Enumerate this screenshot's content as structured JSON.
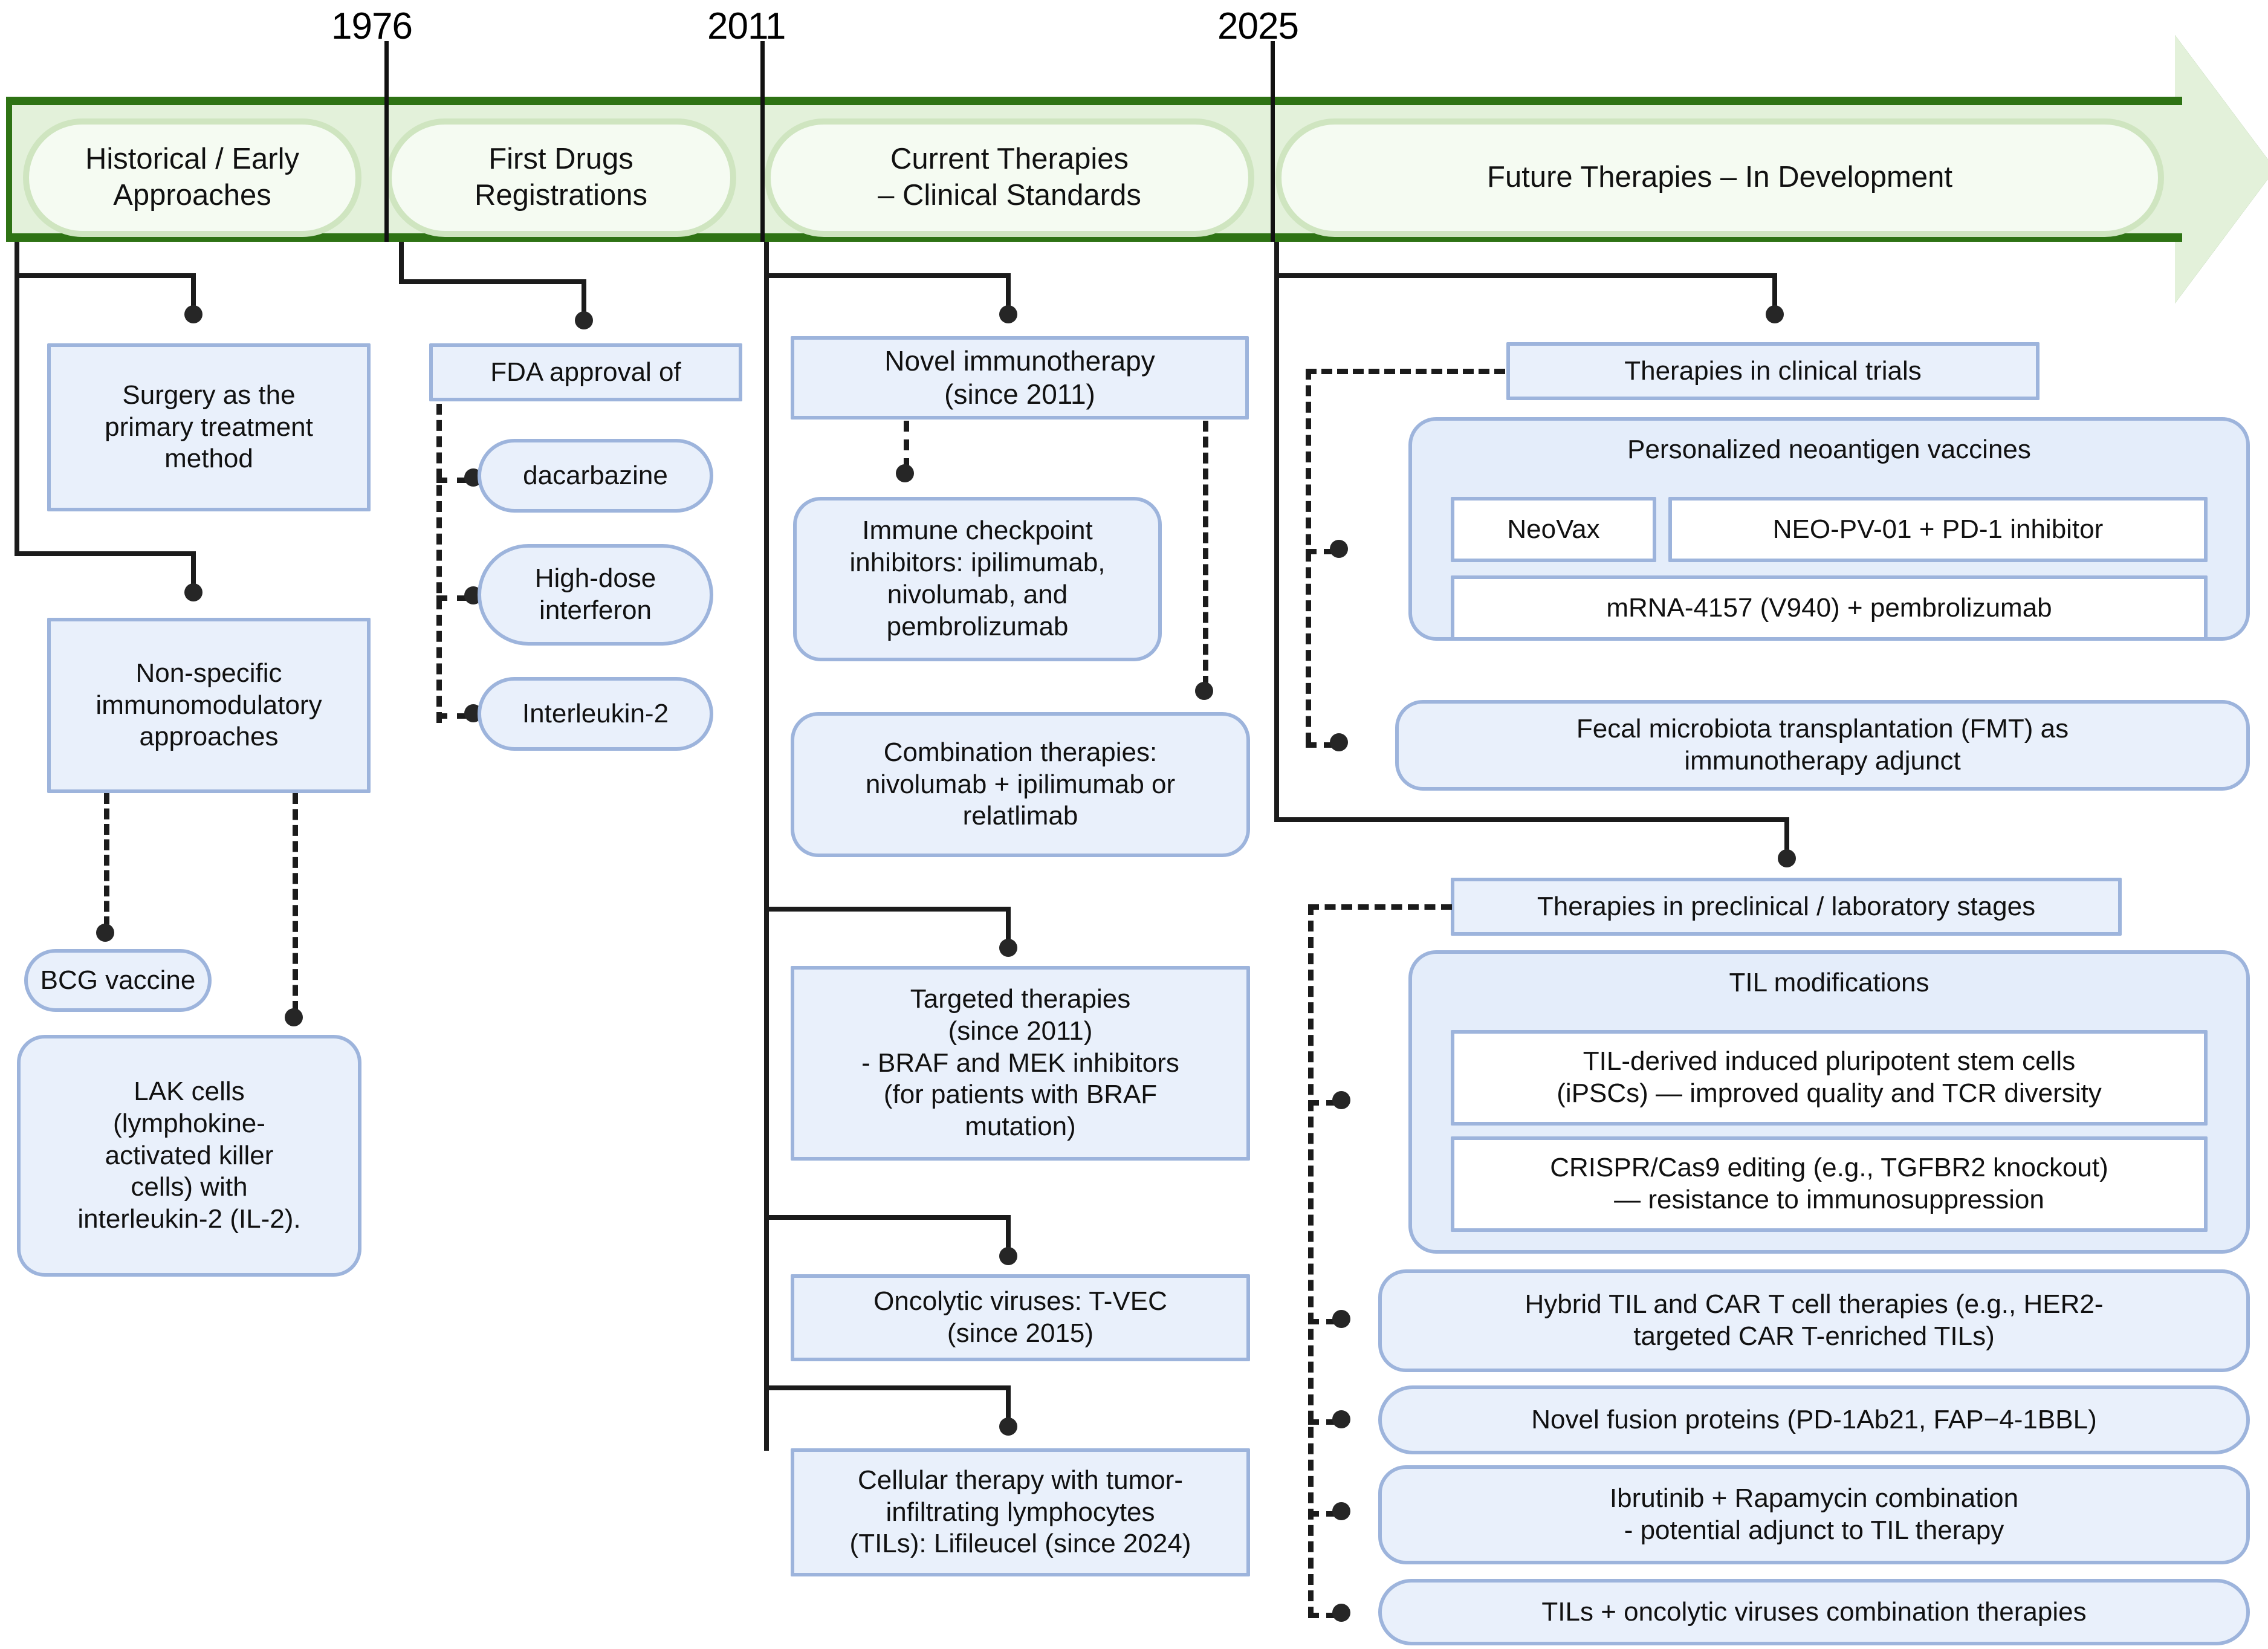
{
  "timeline": {
    "years": [
      "1976",
      "2011",
      "2025"
    ],
    "segments": [
      {
        "label": "Historical / Early\nApproaches"
      },
      {
        "label": "First Drugs\nRegistrations"
      },
      {
        "label": "Current Therapies\n– Clinical Standards"
      },
      {
        "label": "Future Therapies – In Development"
      }
    ]
  },
  "columns": {
    "historical": {
      "surgery": "Surgery as the\nprimary treatment\nmethod",
      "nonspecific": "Non-specific\nimmunomodulatory\napproaches",
      "bcg": "BCG vaccine",
      "lak": "LAK cells\n(lymphokine-\nactivated killer\ncells) with\ninterleukin-2 (IL-2)."
    },
    "first_drugs": {
      "fda": "FDA approval of",
      "drugs": [
        "dacarbazine",
        "High-dose\ninterferon",
        "Interleukin-2"
      ]
    },
    "current": {
      "novel_immunotherapy": "Novel immunotherapy\n(since 2011)",
      "checkpoint": "Immune checkpoint\ninhibitors: ipilimumab,\nnivolumab, and\npembrolizumab",
      "combination": "Combination therapies:\nnivolumab + ipilimumab or\nrelatlimab",
      "targeted": "Targeted therapies\n(since 2011)\n- BRAF and MEK inhibitors\n(for patients with BRAF\nmutation)",
      "oncolytic": "Oncolytic viruses: T-VEC\n(since 2015)",
      "cellular": "Cellular therapy with tumor-\ninfiltrating lymphocytes\n(TILs): Lifileucel (since 2024)"
    },
    "future": {
      "clinical_trials_header": "Therapies in clinical trials",
      "neoantigen_group_title": "Personalized neoantigen vaccines",
      "neovax": "NeoVax",
      "neo_pv_01": "NEO-PV-01 + PD-1 inhibitor",
      "mrna_4157": "mRNA-4157 (V940) + pembrolizumab",
      "fmt": "Fecal microbiota transplantation (FMT) as\nimmunotherapy adjunct",
      "preclinical_header": "Therapies in preclinical / laboratory stages",
      "til_group_title": "TIL modifications",
      "ipsc": "TIL-derived induced pluripotent stem cells\n(iPSCs) — improved quality and TCR diversity",
      "crispr": "CRISPR/Cas9 editing (e.g., TGFBR2 knockout)\n— resistance to immunosuppression",
      "hybrid": "Hybrid TIL and CAR T cell therapies (e.g., HER2-\ntargeted CAR T-enriched TILs)",
      "fusion": "Novel fusion proteins (PD-1Ab21, FAP−4-1BBL)",
      "ibrutinib": "Ibrutinib + Rapamycin combination\n- potential adjunct to TIL therapy",
      "tils_oncolytic": "TILs + oncolytic viruses combination therapies"
    }
  },
  "colors": {
    "timeline_border": "#2e7314",
    "timeline_fill": "#e3f1da",
    "timeline_pill_fill": "#f5fbf2",
    "timeline_pill_border": "#cfe5c0",
    "node_fill": "#e9f0fb",
    "node_border": "#9db4dc",
    "connector": "#1b1b1b"
  }
}
